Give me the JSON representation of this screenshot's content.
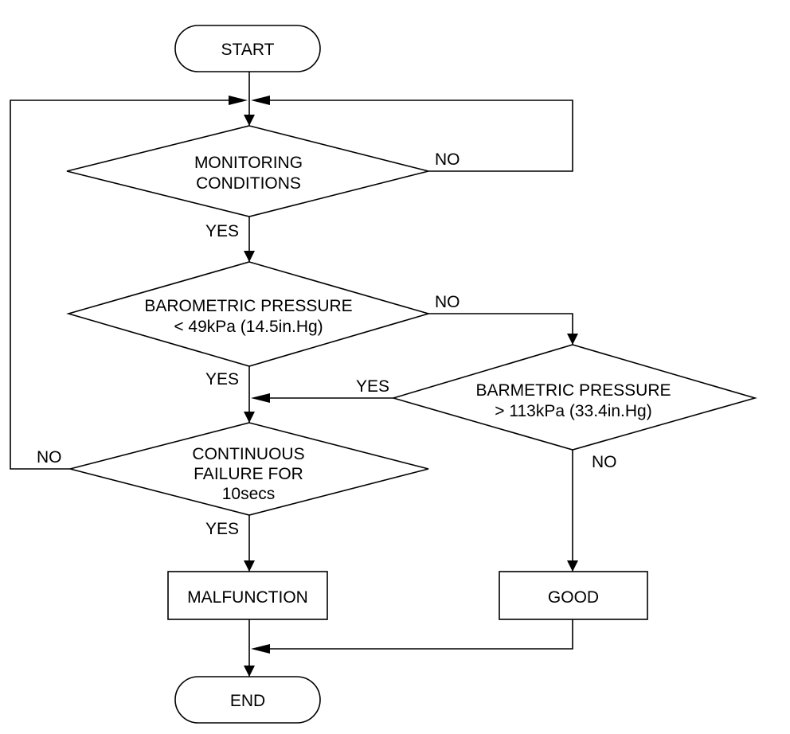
{
  "nodes": {
    "start": "START",
    "monitoring": [
      "MONITORING",
      "CONDITIONS"
    ],
    "baro_low": [
      "BAROMETRIC PRESSURE",
      "< 49kPa (14.5in.Hg)"
    ],
    "baro_high": [
      "BARMETRIC PRESSURE",
      "> 113kPa (33.4in.Hg)"
    ],
    "continuous": [
      "CONTINUOUS",
      "FAILURE FOR",
      "10secs"
    ],
    "malfunction": "MALFUNCTION",
    "good": "GOOD",
    "end": "END"
  },
  "edges": {
    "monitoring_no": "NO",
    "monitoring_yes": "YES",
    "baro_low_no": "NO",
    "baro_low_yes": "YES",
    "baro_high_yes": "YES",
    "baro_high_no": "NO",
    "continuous_no": "NO",
    "continuous_yes": "YES"
  }
}
